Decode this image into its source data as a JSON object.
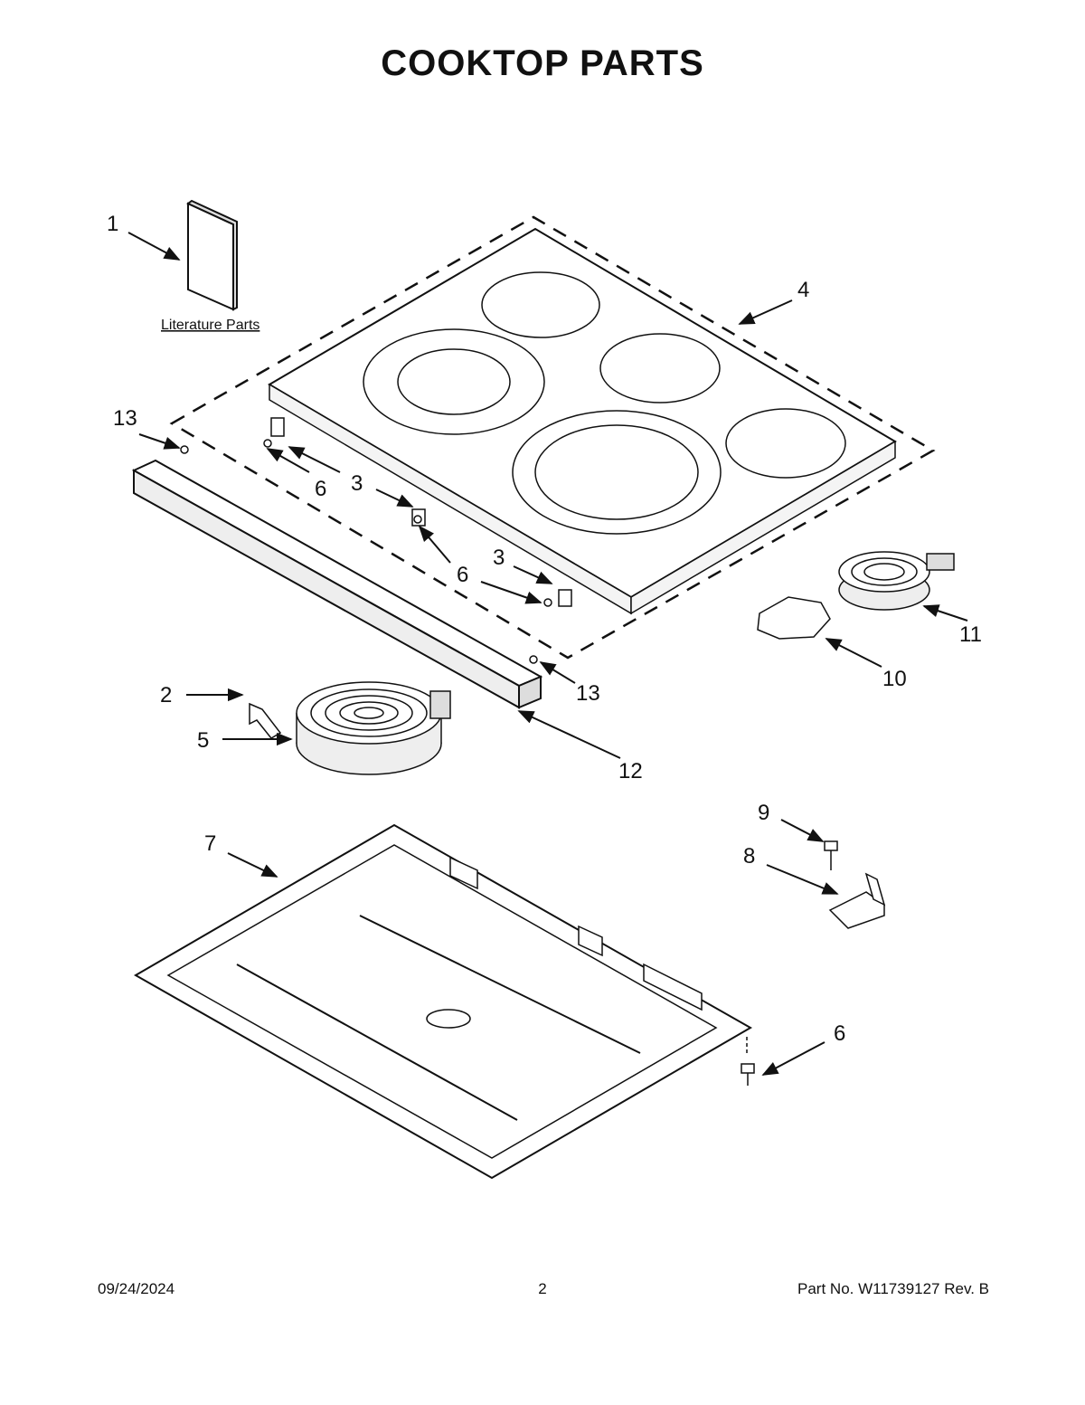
{
  "page": {
    "title": "COOKTOP PARTS",
    "literature_label": "Literature Parts"
  },
  "callouts": {
    "c1": "1",
    "c2": "2",
    "c3a": "3",
    "c3b": "3",
    "c4": "4",
    "c5": "5",
    "c6a": "6",
    "c6b": "6",
    "c6c": "6",
    "c7": "7",
    "c8": "8",
    "c9": "9",
    "c10": "10",
    "c11": "11",
    "c12": "12",
    "c13a": "13",
    "c13b": "13"
  },
  "footer": {
    "date": "09/24/2024",
    "page_number": "2",
    "part_number": "Part No.  W11739127  Rev.  B"
  }
}
